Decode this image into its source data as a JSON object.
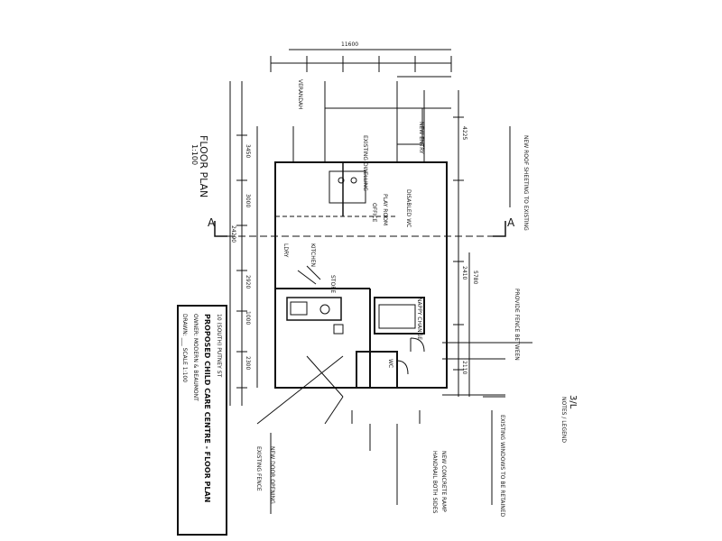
{
  "drawing": {
    "view_title": "FLOOR PLAN",
    "view_scale": "1:100",
    "section_marker_left": "A",
    "section_marker_right": "A",
    "sheet_number": "3/L",
    "north_notes_heading": "NOTES / LEGEND"
  },
  "title_block": {
    "project_line": "PROPOSED CHILD CARE CENTRE - FLOOR PLAN",
    "address_line": "10 (SOUTH) PUTNEY ST",
    "client_line": "OWNER: MODERN & BEAUMONT",
    "drawn_line": "DRAWN: ___  SCALE 1:100"
  },
  "dimensions": {
    "top_overall": "11600",
    "left_total": "24290",
    "left_a": "3450",
    "left_b": "3000",
    "left_c": "2920",
    "left_d": "1000",
    "left_e": "2300",
    "right_a": "4225",
    "right_b": "2410",
    "right_c": "2110",
    "right_d": "5780"
  },
  "rooms": {
    "play_room": "PLAY ROOM",
    "office": "OFFICE",
    "kitchen": "KITCHEN",
    "store": "STORE",
    "nappy_change": "NAPPY CHANGE",
    "wc": "WC",
    "verandah": "VERANDAH",
    "existing_dwelling": "EXISTING DWELLING",
    "new_entry": "NEW ENTRY",
    "disabled_wc": "DISABLED WC",
    "laundry": "LDRY"
  },
  "notes": {
    "n1": "NEW ROOF SHEETING TO EXISTING",
    "n2": "PROVIDE FENCE BETWEEN",
    "n3": "EXISTING WINDOWS TO BE RETAINED",
    "n4": "NEW CONCRETE RAMP",
    "n5": "HANDRAIL BOTH SIDES",
    "n6": "NEW DOOR OPENING",
    "n7": "EXISTING FENCE"
  }
}
